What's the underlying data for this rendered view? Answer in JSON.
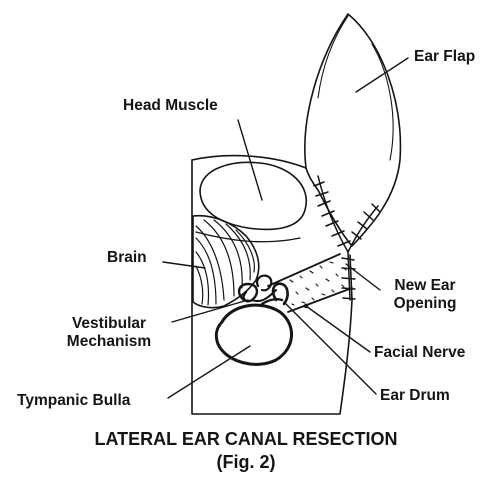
{
  "labels": {
    "ear_flap": "Ear Flap",
    "head_muscle": "Head Muscle",
    "brain": "Brain",
    "new_ear_opening_line1": "New Ear",
    "new_ear_opening_line2": "Opening",
    "vestibular_line1": "Vestibular",
    "vestibular_line2": "Mechanism",
    "facial_nerve": "Facial Nerve",
    "tympanic_bulla": "Tympanic Bulla",
    "ear_drum": "Ear Drum"
  },
  "caption": {
    "title": "LATERAL EAR CANAL RESECTION",
    "subtitle": "(Fig. 2)"
  },
  "colors": {
    "ink": "#151515",
    "background": "#ffffff"
  }
}
